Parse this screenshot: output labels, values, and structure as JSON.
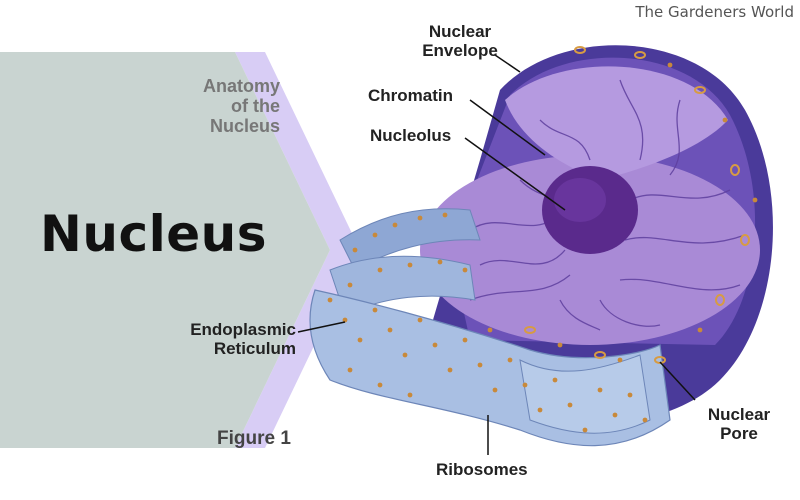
{
  "brand": "The Gardeners World",
  "title": "Nucleus",
  "figure": {
    "subtitle_lines": [
      "Anatomy",
      "of the",
      "Nucleus"
    ],
    "caption": "Figure 1",
    "labels": {
      "nuclear_envelope": [
        "Nuclear",
        "Envelope"
      ],
      "chromatin": "Chromatin",
      "nucleolus": "Nucleolus",
      "endoplasmic_reticulum": [
        "Endoplasmic",
        "Reticulum"
      ],
      "ribosomes": "Ribosomes",
      "nuclear_pore": [
        "Nuclear",
        "Pore"
      ]
    }
  },
  "colors": {
    "panel": "#c9d4d1",
    "accent_stripe": "#d8cdf5",
    "envelope": "#4a3a9a",
    "nucleoplasm": "#a98ad6",
    "nucleolus": "#5a2a8c",
    "er": "#9fb6dd",
    "ribosome": "#c8893a"
  }
}
